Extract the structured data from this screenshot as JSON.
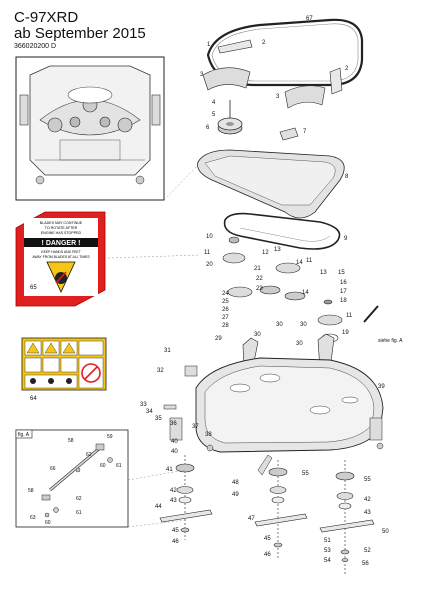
{
  "header": {
    "model": "C-97XRD",
    "date_line": "ab September 2015",
    "part_number": "366020200 D"
  },
  "decals": {
    "danger_top_lines": [
      "BLADES MAY CONTINUE",
      "TO ROTATE AFTER",
      "ENGINE HAS STOPPED"
    ],
    "danger_title": "! DANGER !",
    "danger_bottom_lines": [
      "KEEP HANDS AND FEET",
      "AWAY FROM BLADES AT ALL TIMES"
    ],
    "danger_ref": "65",
    "pictogram_ref": "64"
  },
  "inset": {
    "title": "fig. A",
    "refs": [
      "58",
      "59",
      "60",
      "61",
      "62",
      "66",
      "58",
      "62",
      "63",
      "60",
      "61"
    ]
  },
  "siehe": "siehe fig. A",
  "callouts": [
    "67",
    "1",
    "2",
    "2",
    "3",
    "3",
    "4",
    "5",
    "6",
    "7",
    "8",
    "9",
    "10",
    "11",
    "12",
    "13",
    "14",
    "15",
    "16",
    "17",
    "18",
    "11",
    "19",
    "20",
    "21",
    "22",
    "23",
    "24",
    "25",
    "26",
    "27",
    "28",
    "29",
    "30",
    "30",
    "31",
    "32",
    "33",
    "34",
    "35",
    "36",
    "37",
    "38",
    "39",
    "40",
    "40",
    "41",
    "42",
    "42",
    "43",
    "43",
    "44",
    "45",
    "45",
    "46",
    "46",
    "47",
    "48",
    "49",
    "50",
    "51",
    "52",
    "53",
    "54",
    "55",
    "55",
    "56",
    "11",
    "13",
    "30",
    "30",
    "14"
  ]
}
